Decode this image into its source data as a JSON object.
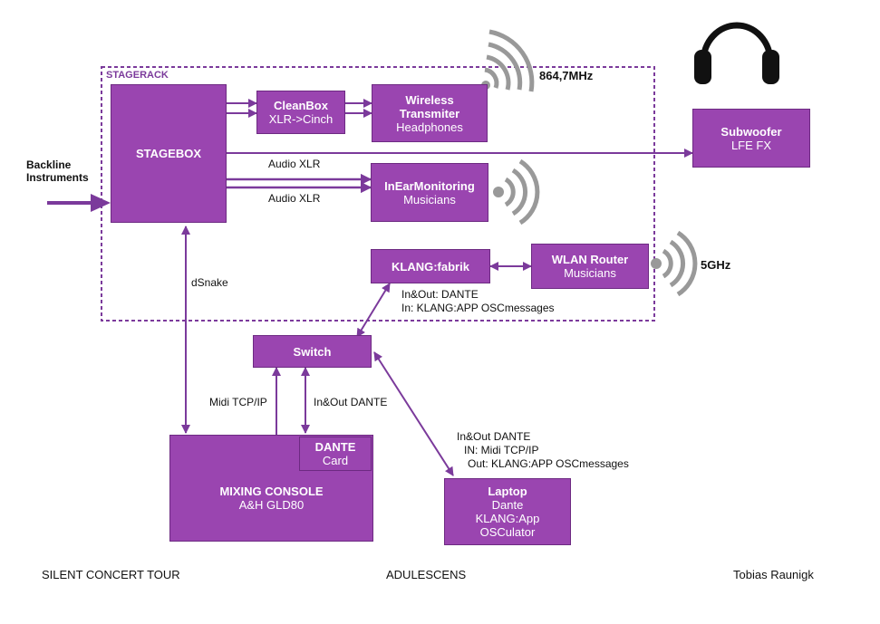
{
  "stagerack_label": "STAGERACK",
  "backline": {
    "line1": "Backline",
    "line2": "Instruments"
  },
  "stagebox": {
    "title": "STAGEBOX"
  },
  "cleanbox": {
    "title": "CleanBox",
    "sub": "XLR->Cinch"
  },
  "wireless": {
    "title1": "Wireless",
    "title2": "Transmiter",
    "sub": "Headphones"
  },
  "freq_label": "864,7MHz",
  "subwoofer": {
    "title": "Subwoofer",
    "sub": "LFE FX"
  },
  "iem": {
    "title": "InEarMonitoring",
    "sub": "Musicians"
  },
  "audio_xlr_1": "Audio XLR",
  "audio_xlr_2": "Audio XLR",
  "klang": {
    "title": "KLANG:fabrik"
  },
  "wlan": {
    "title": "WLAN Router",
    "sub": "Musicians"
  },
  "wifi_label": "5GHz",
  "dsnake": "dSnake",
  "klang_io": {
    "line1": "In&Out: DANTE",
    "line2": "In: KLANG:APP OSCmessages"
  },
  "switch": {
    "title": "Switch"
  },
  "midi_tcp": "Midi TCP/IP",
  "inout_dante": "In&Out DANTE",
  "dante_card": {
    "title": "DANTE",
    "sub": "Card"
  },
  "console": {
    "title": "MIXING CONSOLE",
    "sub": "A&H GLD80"
  },
  "laptop_io": {
    "line1": "In&Out DANTE",
    "line2": "IN: Midi TCP/IP",
    "line3": "Out: KLANG:APP OSCmessages"
  },
  "laptop": {
    "title": "Laptop",
    "line1": "Dante",
    "line2": "KLANG:App",
    "line3": "OSCulator"
  },
  "footer": {
    "left": "SILENT CONCERT TOUR",
    "center": "ADULESCENS",
    "right": "Tobias Raunigk"
  },
  "colors": {
    "box": "#9a45b0",
    "line": "#7b3a9b",
    "waves": "#999999"
  }
}
